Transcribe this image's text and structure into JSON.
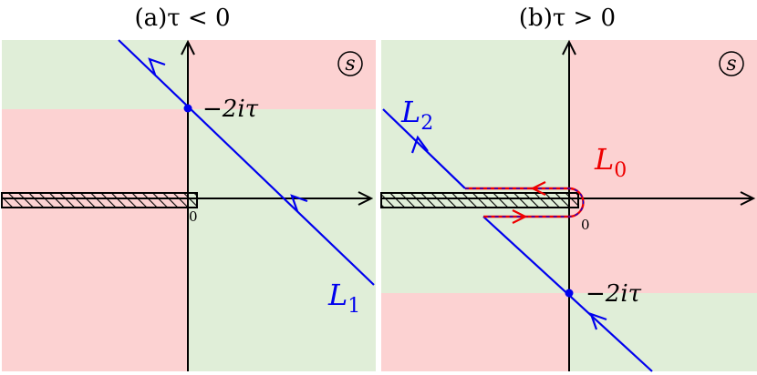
{
  "panel_a": {
    "title": "(a)τ < 0",
    "point_label": "−2iτ",
    "contour_label": "L",
    "contour_sub": "1",
    "origin_label": "0",
    "plane_label": "s"
  },
  "panel_b": {
    "title": "(b)τ > 0",
    "point_label": "−2iτ",
    "contour2_label": "L",
    "contour2_sub": "2",
    "contour0_label": "L",
    "contour0_sub": "0",
    "origin_label": "0",
    "plane_label": "s"
  },
  "colors": {
    "green_region": "#e0eed8",
    "red_region": "#fcd2d2",
    "contour_blue": "#0000ee",
    "contour_red": "#ee0000"
  }
}
